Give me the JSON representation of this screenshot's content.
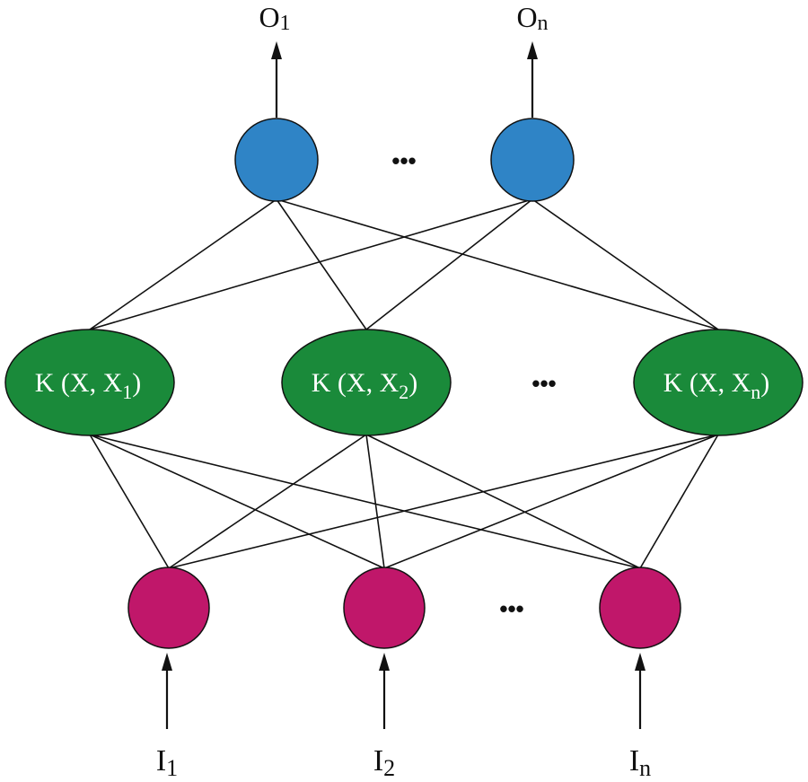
{
  "colors": {
    "output_node": "#2f84c6",
    "kernel_node": "#1a8a3a",
    "input_node": "#c0176a",
    "stroke": "#111111"
  },
  "outputs": {
    "o1": {
      "main": "O",
      "sub": "1"
    },
    "on": {
      "main": "O",
      "sub": "n"
    }
  },
  "kernels": {
    "k1": {
      "main": "K (X, X",
      "sub": "1",
      "tail": ")"
    },
    "k2": {
      "main": "K (X, X",
      "sub": "2",
      "tail": ")"
    },
    "kn": {
      "main": "K (X, X",
      "sub": "n",
      "tail": ")"
    }
  },
  "inputs": {
    "i1": {
      "main": "I",
      "sub": "1"
    },
    "i2": {
      "main": "I",
      "sub": "2"
    },
    "in": {
      "main": "I",
      "sub": "n"
    }
  },
  "ellipsis": "•••"
}
